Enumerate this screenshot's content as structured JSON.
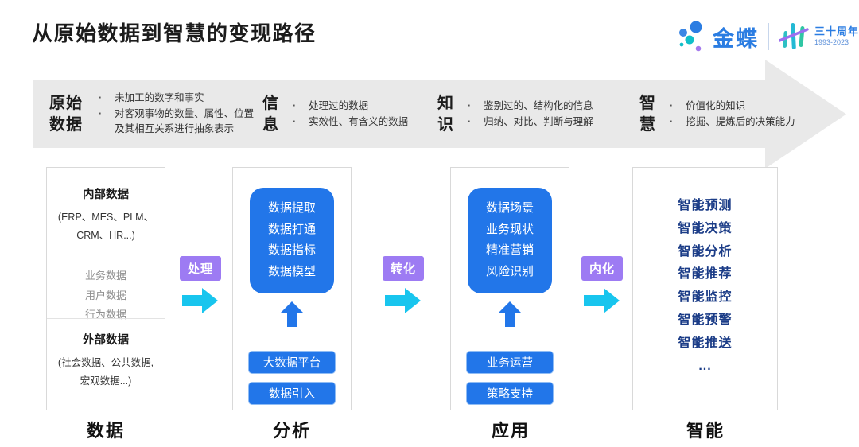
{
  "title": "从原始数据到智慧的变现路径",
  "logo": {
    "brand": "金蝶",
    "anniversary": "三十周年",
    "years": "1993-2023"
  },
  "banner": {
    "stages": [
      {
        "term": "原始数据",
        "points": [
          "未加工的数字和事实",
          "对客观事物的数量、属性、位置及其相互关系进行抽象表示"
        ]
      },
      {
        "term": "信息",
        "points": [
          "处理过的数据",
          "实效性、有含义的数据"
        ]
      },
      {
        "term": "知识",
        "points": [
          "鉴别过的、结构化的信息",
          "归纳、对比、判断与理解"
        ]
      },
      {
        "term": "智慧",
        "points": [
          "价值化的知识",
          "挖掘、提炼后的决策能力"
        ]
      }
    ]
  },
  "data_column": {
    "internal": {
      "title": "内部数据",
      "line1": "(ERP、MES、PLM、",
      "line2": "CRM、HR...)"
    },
    "middle": [
      "业务数据",
      "用户数据",
      "行为数据"
    ],
    "external": {
      "title": "外部数据",
      "line1": "(社会数据、公共数据,",
      "line2": "宏观数据...)"
    }
  },
  "analysis_column": {
    "main_box": [
      "数据提取",
      "数据打通",
      "数据指标",
      "数据模型"
    ],
    "buttons": [
      "大数据平台",
      "数据引入"
    ]
  },
  "application_column": {
    "main_box": [
      "数据场景",
      "业务现状",
      "精准营销",
      "风险识别"
    ],
    "buttons": [
      "业务运营",
      "策略支持"
    ]
  },
  "intelligence_column": {
    "items": [
      "智能预测",
      "智能决策",
      "智能分析",
      "智能推荐",
      "智能监控",
      "智能预警",
      "智能推送",
      "..."
    ]
  },
  "connectors": [
    "处理",
    "转化",
    "内化"
  ],
  "footer_labels": [
    "数据",
    "分析",
    "应用",
    "智能"
  ],
  "colors": {
    "accent_blue": "#2276e9",
    "navy_text": "#1b3c87",
    "connector_purple": "#9d7bf3",
    "connector_cyan": "#18c5ee",
    "banner_gray": "#e9e9e9",
    "brand_blue": "#2b7de2",
    "brand_teal": "#10bfc9",
    "brand_purple": "#a479ec"
  }
}
